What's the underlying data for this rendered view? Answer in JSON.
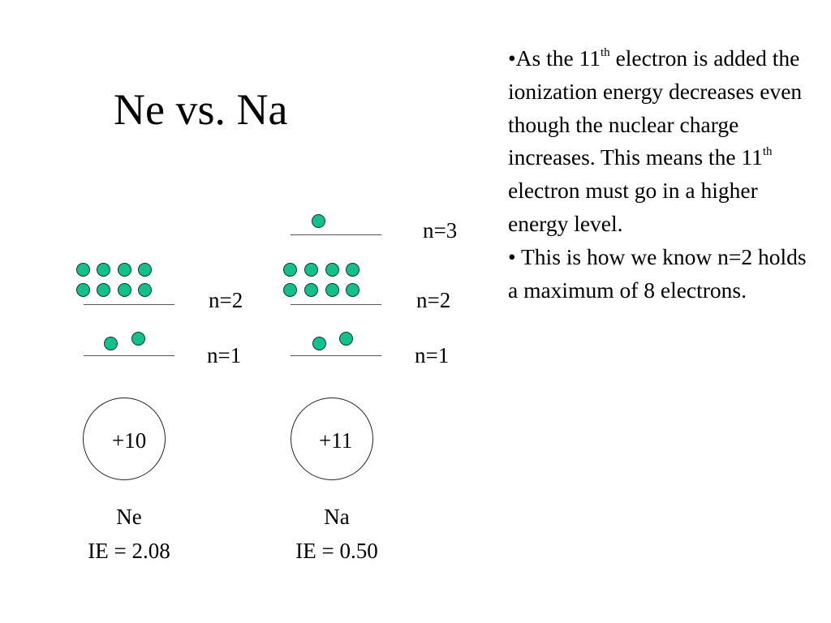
{
  "slide": {
    "title": "Ne vs. Na"
  },
  "atoms": [
    {
      "element": "Ne",
      "ie_label": "IE = 2.08",
      "nucleus_charge": "+10",
      "levels": [
        {
          "label": "n=1",
          "electrons": 2
        },
        {
          "label": "n=2",
          "electrons": 8
        }
      ]
    },
    {
      "element": "Na",
      "ie_label": "IE = 0.50",
      "nucleus_charge": "+11",
      "levels": [
        {
          "label": "n=1",
          "electrons": 2
        },
        {
          "label": "n=2",
          "electrons": 8
        },
        {
          "label": "n=3",
          "electrons": 1
        }
      ]
    }
  ],
  "notes": {
    "bullet1": {
      "prefix": "•As the 11",
      "sup": "th",
      "rest": " electron is added the ionization energy decreases even though the nuclear charge increases.  This means the 11",
      "sup2": "th",
      "rest2": " electron must go in a higher energy level."
    },
    "bullet2": "• This is how we know n=2 holds a maximum of 8 electrons."
  },
  "colors": {
    "electron": "#11c08a",
    "text": "#000000",
    "line": "#555555"
  }
}
